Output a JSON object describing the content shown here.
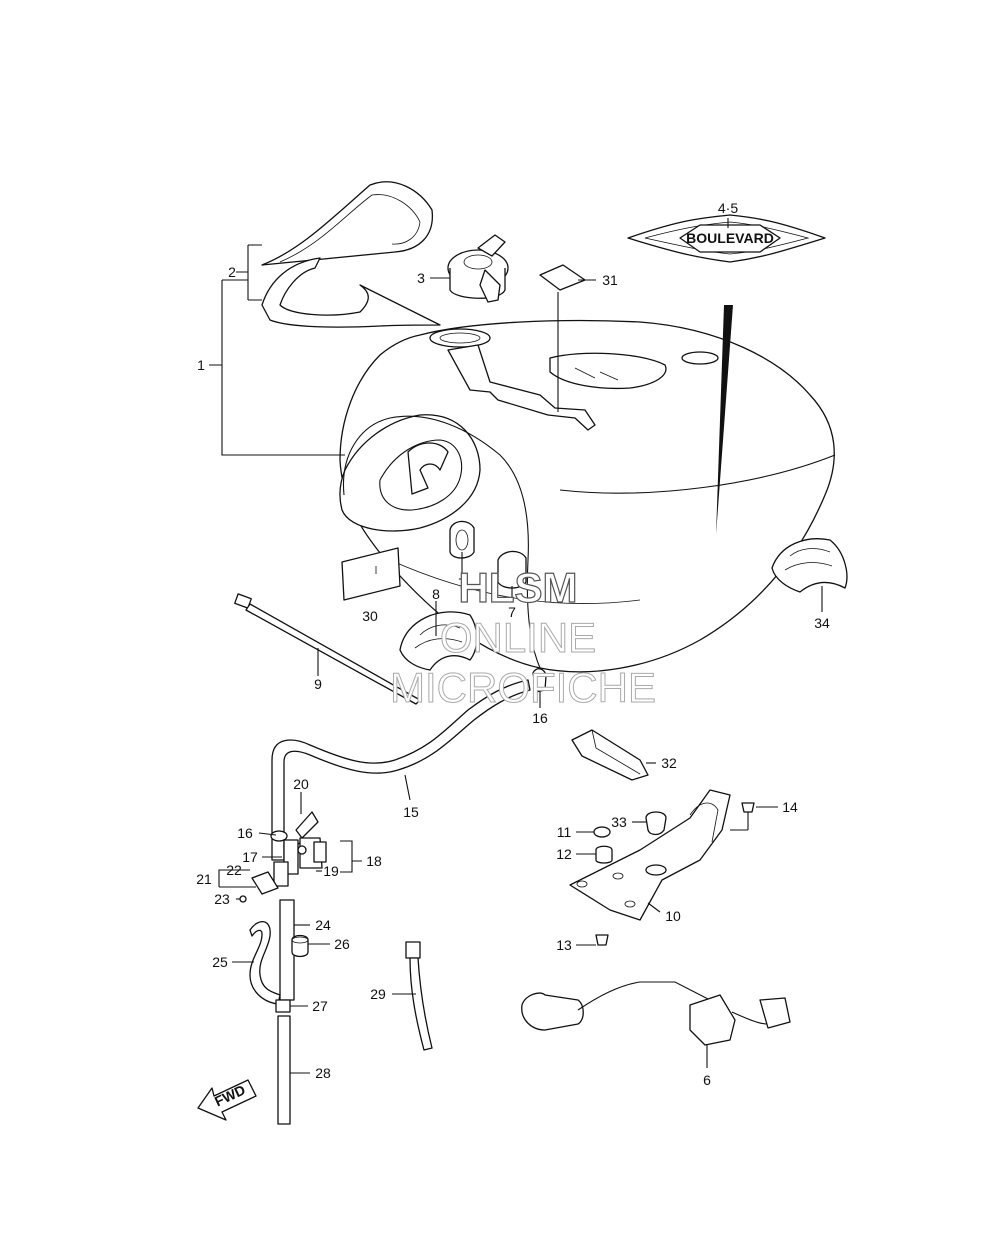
{
  "watermark": {
    "line1": "HLSM",
    "line2": "ONLINE",
    "line3": "MICROFICHE"
  },
  "emblem_text": "BOULEVARD",
  "fwd_label": "FWD",
  "callouts": [
    {
      "id": "c1",
      "text": "1"
    },
    {
      "id": "c2",
      "text": "2"
    },
    {
      "id": "c3",
      "text": "3"
    },
    {
      "id": "c45",
      "text": "4·5"
    },
    {
      "id": "c31",
      "text": "31"
    },
    {
      "id": "c7a",
      "text": "7"
    },
    {
      "id": "c7b",
      "text": "7"
    },
    {
      "id": "c8",
      "text": "8"
    },
    {
      "id": "c30",
      "text": "30"
    },
    {
      "id": "c34",
      "text": "34"
    },
    {
      "id": "c9",
      "text": "9"
    },
    {
      "id": "c16a",
      "text": "16"
    },
    {
      "id": "c15",
      "text": "15"
    },
    {
      "id": "c20",
      "text": "20"
    },
    {
      "id": "c16b",
      "text": "16"
    },
    {
      "id": "c17",
      "text": "17"
    },
    {
      "id": "c18",
      "text": "18"
    },
    {
      "id": "c19",
      "text": "19"
    },
    {
      "id": "c21",
      "text": "21"
    },
    {
      "id": "c22",
      "text": "22"
    },
    {
      "id": "c23",
      "text": "23"
    },
    {
      "id": "c24",
      "text": "24"
    },
    {
      "id": "c25",
      "text": "25"
    },
    {
      "id": "c26",
      "text": "26"
    },
    {
      "id": "c27",
      "text": "27"
    },
    {
      "id": "c28",
      "text": "28"
    },
    {
      "id": "c29",
      "text": "29"
    },
    {
      "id": "c32",
      "text": "32"
    },
    {
      "id": "c14",
      "text": "14"
    },
    {
      "id": "c33",
      "text": "33"
    },
    {
      "id": "c11",
      "text": "11"
    },
    {
      "id": "c12",
      "text": "12"
    },
    {
      "id": "c10",
      "text": "10"
    },
    {
      "id": "c13",
      "text": "13"
    },
    {
      "id": "c6",
      "text": "6"
    }
  ]
}
